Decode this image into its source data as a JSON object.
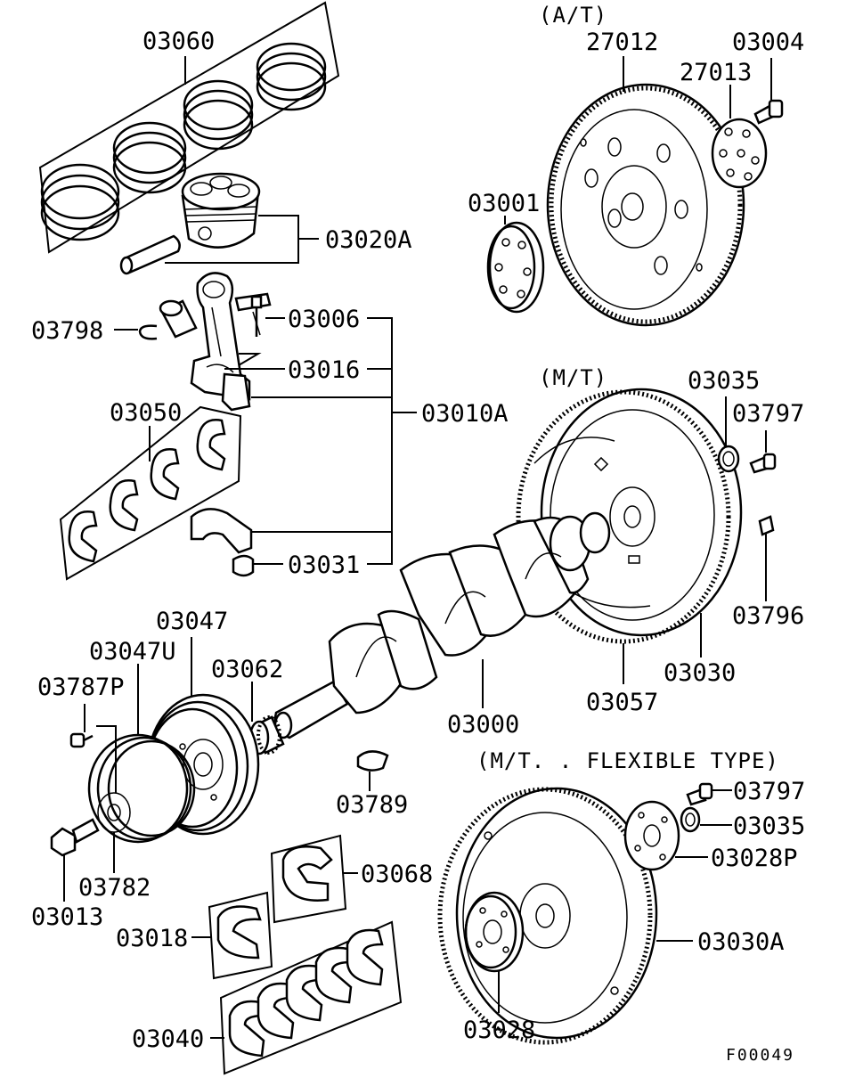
{
  "sections": {
    "at": "(A/T)",
    "mt": "(M/T)",
    "mt_flexible": "(M/T. . FLEXIBLE TYPE)"
  },
  "parts": {
    "p03060": "03060",
    "p03020A": "03020A",
    "p03798": "03798",
    "p03006": "03006",
    "p03016": "03016",
    "p03010A": "03010A",
    "p03050": "03050",
    "p03031": "03031",
    "p27012": "27012",
    "p03004": "03004",
    "p27013": "27013",
    "p03001": "03001",
    "p03035_mt": "03035",
    "p03797_mt": "03797",
    "p03796": "03796",
    "p03030": "03030",
    "p03057": "03057",
    "p03000": "03000",
    "p03047": "03047",
    "p03047U": "03047U",
    "p03062": "03062",
    "p03787P": "03787P",
    "p03789": "03789",
    "p03782": "03782",
    "p03013": "03013",
    "p03068": "03068",
    "p03018": "03018",
    "p03040": "03040",
    "p03797_flex": "03797",
    "p03035_flex": "03035",
    "p03028P": "03028P",
    "p03030A": "03030A",
    "p03028": "03028"
  },
  "figure_code": "F00049"
}
